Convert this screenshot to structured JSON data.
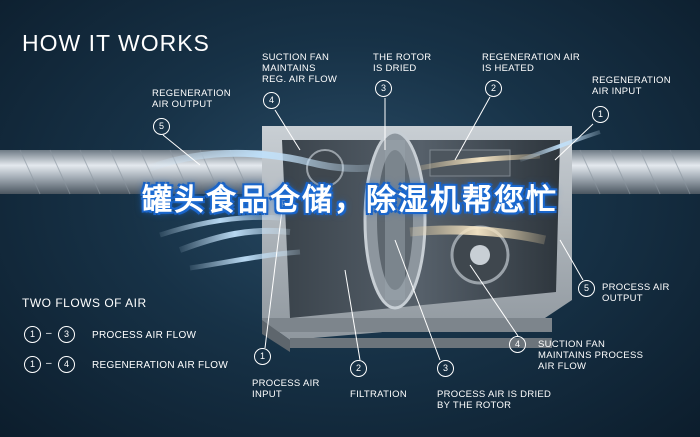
{
  "title": "HOW IT WORKS",
  "banner": "罐头食品仓储，除湿机帮您忙",
  "top_labels": {
    "regen_output": "REGENERATION\nAIR OUTPUT",
    "suction_reg": "SUCTION FAN\nMAINTAINS\nREG. AIR FLOW",
    "rotor_dried": "THE ROTOR\nIS DRIED",
    "regen_heated": "REGENERATION AIR\nIS HEATED",
    "regen_input": "REGENERATION\nAIR INPUT"
  },
  "top_numbers": {
    "n5": "5",
    "n4": "4",
    "n3": "3",
    "n2": "2",
    "n1": "1"
  },
  "bottom_labels": {
    "process_input": "PROCESS AIR\nINPUT",
    "filtration": "FILTRATION",
    "process_dried": "PROCESS AIR IS DRIED\nBY THE ROTOR",
    "suction_process": "SUCTION FAN\nMAINTAINS PROCESS\nAIR FLOW",
    "process_output": "PROCESS AIR\nOUTPUT"
  },
  "bottom_numbers": {
    "n1": "1",
    "n2": "2",
    "n3": "3",
    "n4": "4",
    "n5": "5"
  },
  "legend": {
    "title": "TWO FLOWS OF AIR",
    "rows": [
      {
        "from": "1",
        "to": "3",
        "label": "PROCESS AIR FLOW"
      },
      {
        "from": "1",
        "to": "4",
        "label": "REGENERATION AIR FLOW"
      }
    ],
    "dash": "–"
  },
  "colors": {
    "background": "#173247",
    "banner_glow": "#1e6fd6",
    "airflow": "#a9d4f5"
  }
}
